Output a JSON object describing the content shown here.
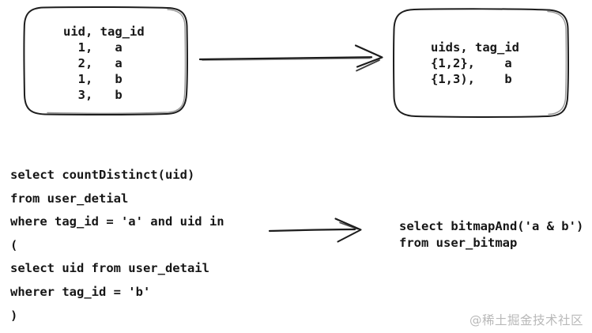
{
  "diagram": {
    "left_box": {
      "lines": [
        "uid, tag_id",
        "  1,   a",
        "  2,   a",
        "  1,   b",
        "  3,   b"
      ]
    },
    "right_box": {
      "lines": [
        "uids, tag_id",
        "{1,2},    a",
        "{1,3),    b"
      ]
    },
    "left_sql": {
      "lines": [
        "select countDistinct(uid)",
        "from user_detial",
        "where tag_id = 'a' and uid in",
        "(",
        "select uid from user_detail",
        "wherer tag_id = 'b'",
        ")"
      ]
    },
    "right_sql": {
      "lines": [
        "select bitmapAnd('a & b')",
        "from user_bitmap"
      ]
    },
    "watermark": "@稀土掘金技术社区",
    "colors": {
      "ink": "#1d1d1d",
      "text": "#161616",
      "watermark": "#b9b9b9",
      "background": "#ffffff"
    }
  }
}
